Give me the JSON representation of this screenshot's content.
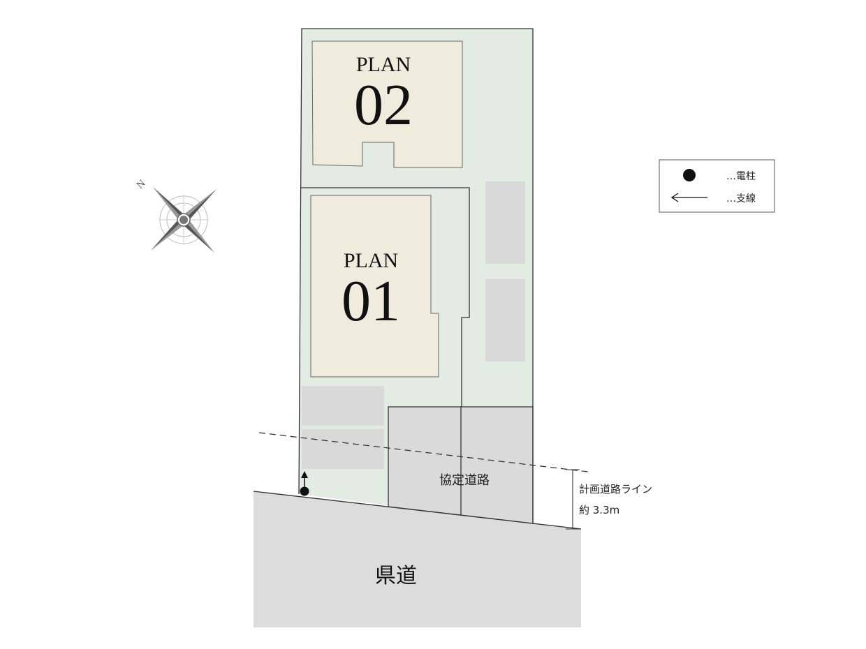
{
  "plans": [
    {
      "label": "PLAN",
      "number": "02"
    },
    {
      "label": "PLAN",
      "number": "01"
    }
  ],
  "compass": {
    "north_label": "N",
    "icon": "compass-rose-icon"
  },
  "legend": {
    "items": [
      {
        "icon": "utility-pole-icon",
        "label": "…電柱"
      },
      {
        "icon": "guy-wire-arrow-icon",
        "label": "…支線"
      }
    ]
  },
  "roads": {
    "agreement_road": "協定道路",
    "prefectural_road": "県道",
    "planned_line_label": "計画道路ライン",
    "planned_line_distance": "約 3.3m"
  },
  "colors": {
    "site_fill": "#e3ece2",
    "building_fill": "#efebdd",
    "parking_fill": "#d9d9d9",
    "road_fill": "#dcdcdc",
    "outline": "#333333"
  }
}
